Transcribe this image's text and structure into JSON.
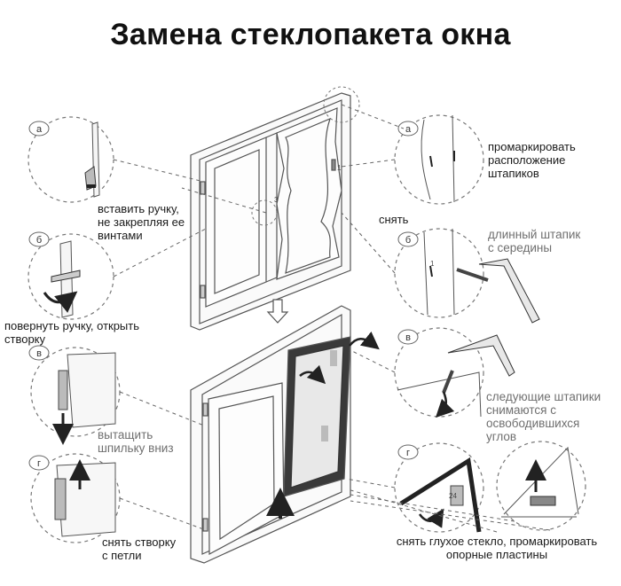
{
  "title": "Замена стеклопакета окна",
  "left_steps": [
    {
      "letter": "а",
      "caption": [
        "вставить ручку,",
        "не закрепляя ее",
        "винтами"
      ]
    },
    {
      "letter": "б",
      "caption": [
        "повернуть ручку, открыть",
        "створку"
      ]
    },
    {
      "letter": "в",
      "caption": [
        "вытащить",
        "шпильку вниз"
      ]
    },
    {
      "letter": "г",
      "caption": [
        "снять створку",
        "с петли"
      ]
    }
  ],
  "right_steps": [
    {
      "letter": "а",
      "caption": [
        "промаркировать",
        "расположение",
        "штапиков"
      ]
    },
    {
      "letter": "б",
      "caption": [
        "длинный штапик",
        "с середины"
      ]
    },
    {
      "letter": "в",
      "caption": [
        "следующие штапики",
        "снимаются с",
        "освободившихся",
        "углов"
      ]
    },
    {
      "letter": "г",
      "caption": [
        "снять глухое стекло, промаркировать",
        "опорные пластины"
      ]
    }
  ],
  "remove_label": "снять",
  "marker_numbers": {
    "one": "1",
    "three": "3",
    "twentyfour": "24"
  },
  "colors": {
    "line": "#555555",
    "text": "#1a1a1a",
    "grey_text": "#6f6f6f",
    "dark_glass": "#3a3a3a"
  }
}
